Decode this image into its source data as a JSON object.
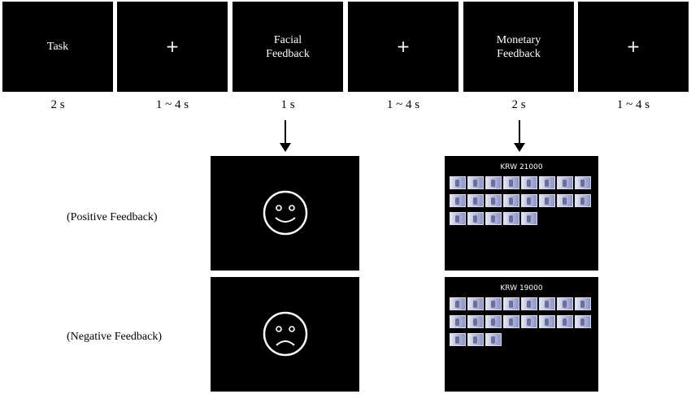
{
  "sequence": [
    {
      "label": "Task",
      "timing": "2 s"
    },
    {
      "label": "+",
      "timing": "1 ~ 4 s"
    },
    {
      "label": "Facial\nFeedback",
      "timing": "1 s"
    },
    {
      "label": "+",
      "timing": "1 ~ 4 s"
    },
    {
      "label": "Monetary\nFeedback",
      "timing": "2 s"
    },
    {
      "label": "+",
      "timing": "1 ~ 4 s"
    }
  ],
  "conditions": {
    "positive": {
      "label": "(Positive Feedback)",
      "amount": "KRW 21000",
      "notes": 21
    },
    "negative": {
      "label": "(Negative Feedback)",
      "amount": "KRW 19000",
      "notes": 19
    }
  },
  "colors": {
    "screen": "#000000",
    "text": "#ffffff",
    "note": "#a9aed6"
  }
}
